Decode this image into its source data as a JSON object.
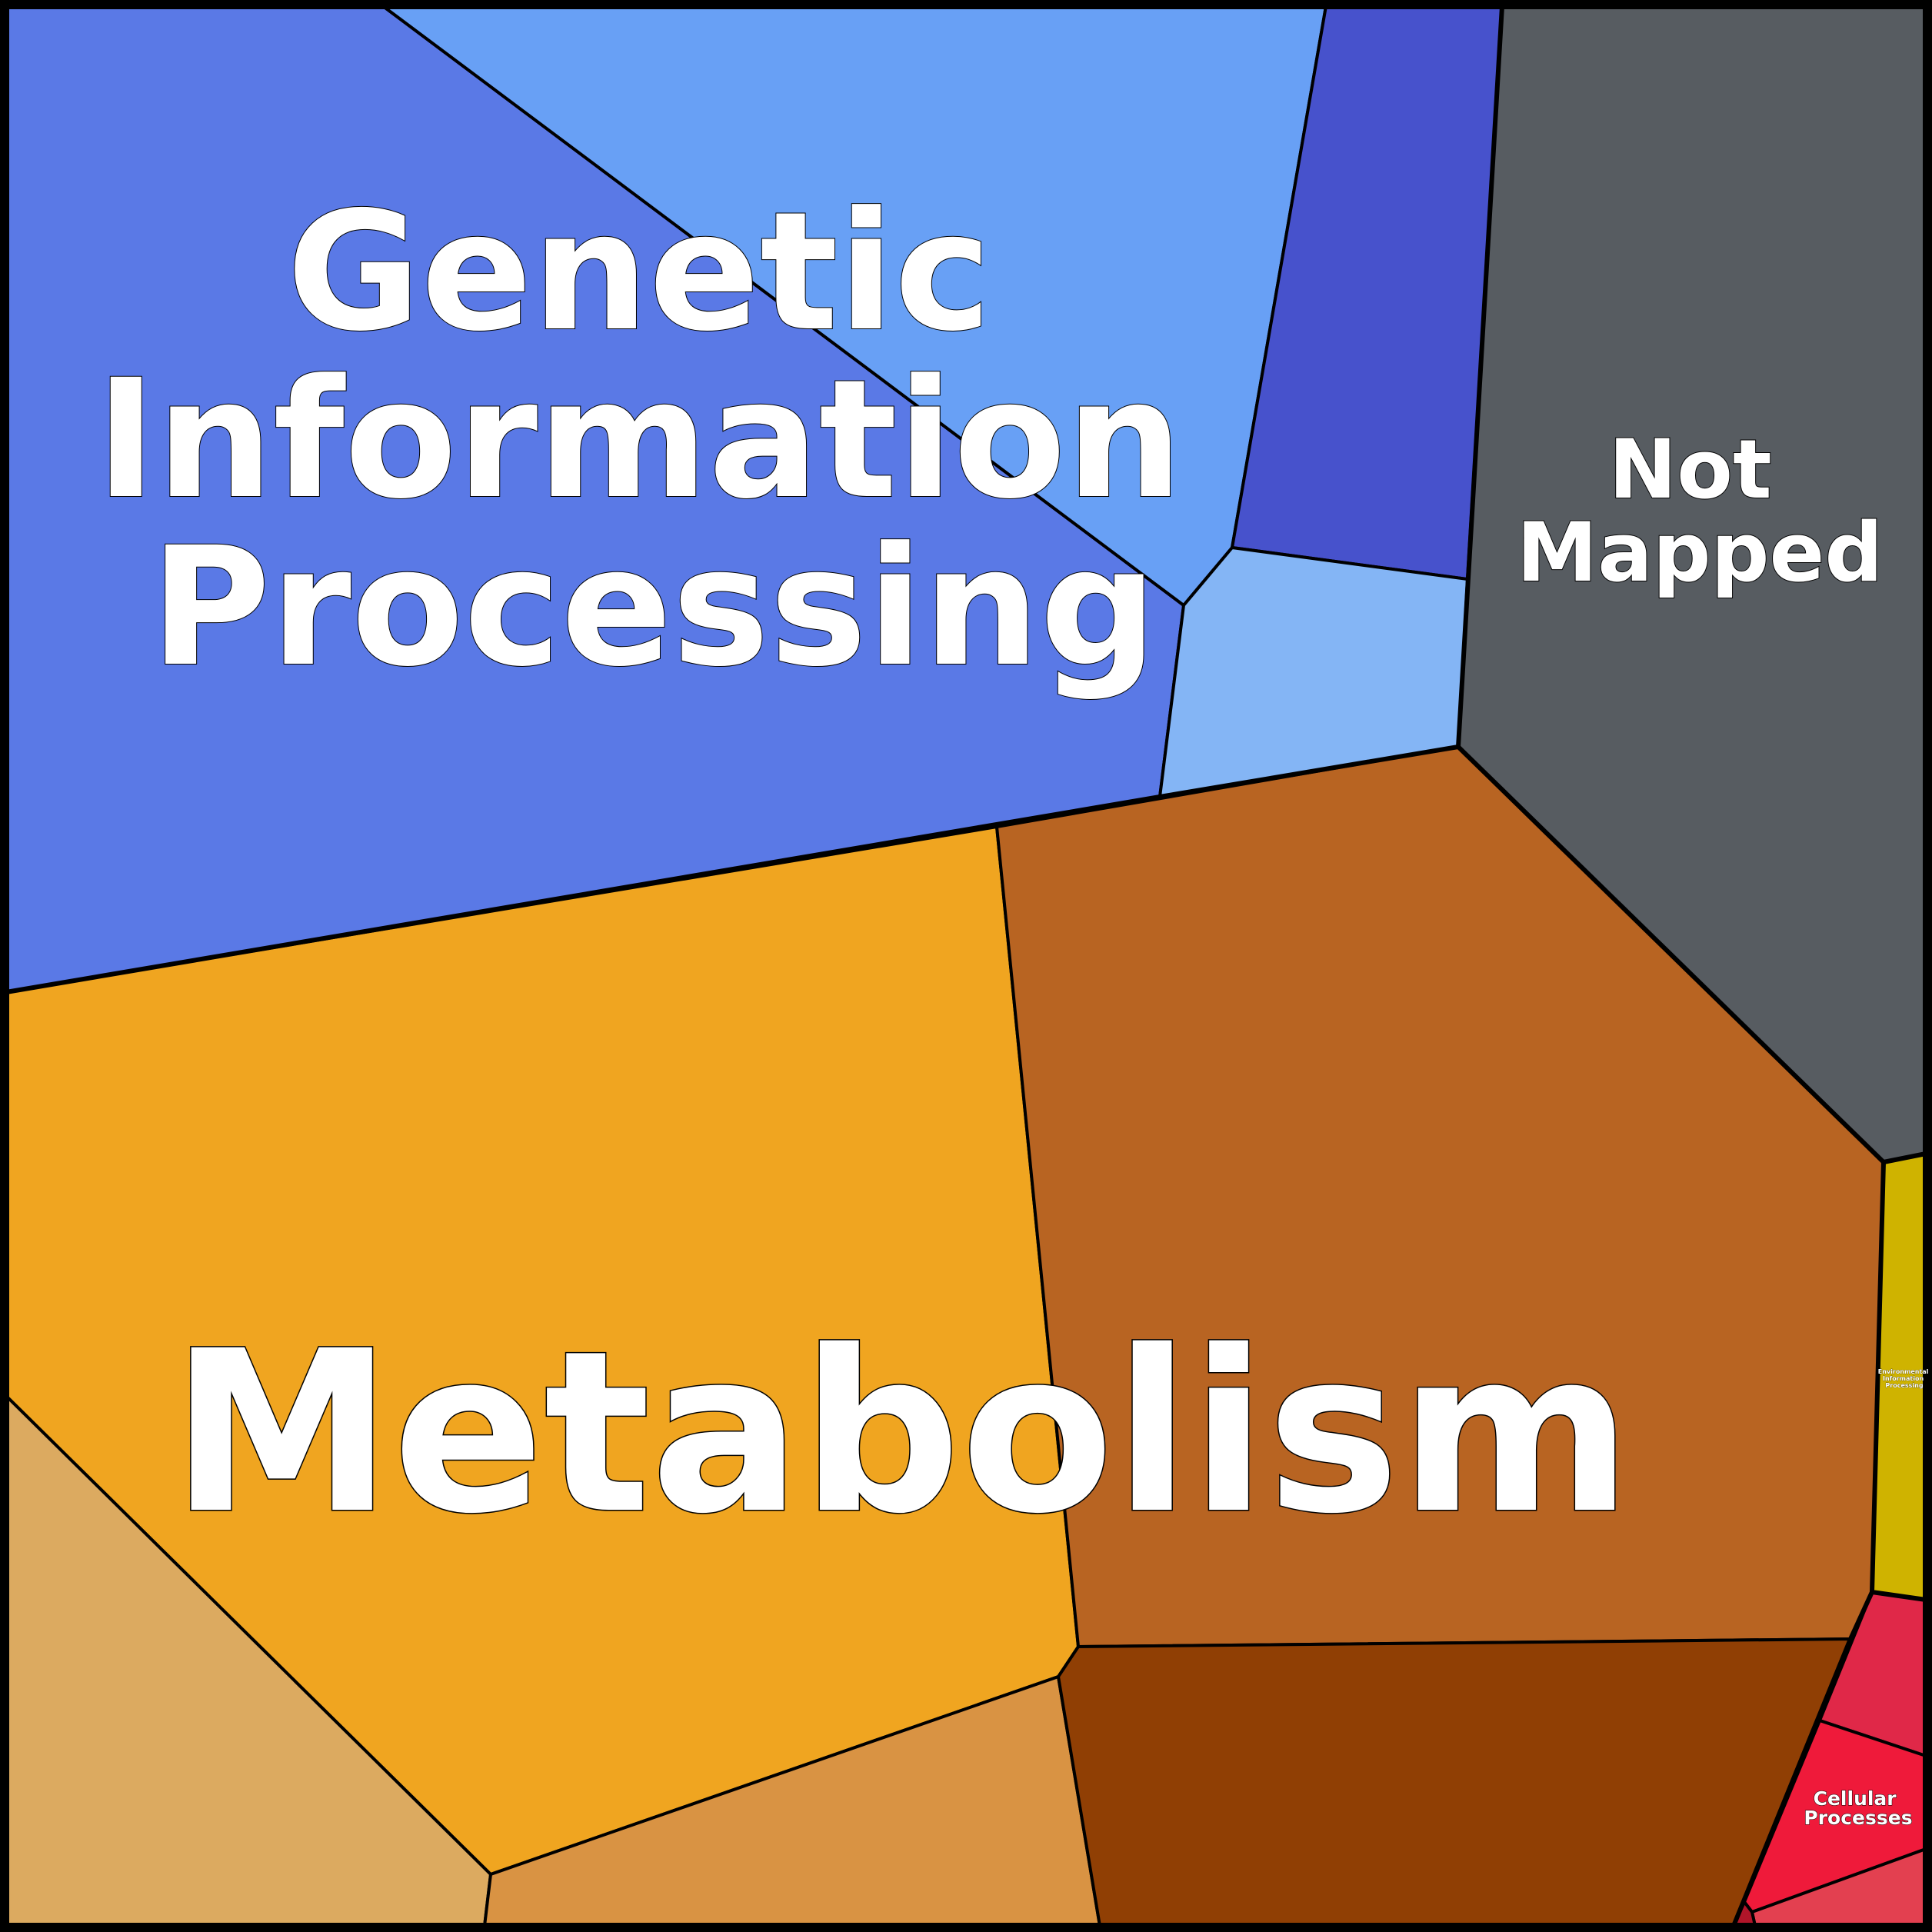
{
  "categories": {
    "genetic": {
      "label_lines": [
        "Genetic",
        "Information",
        "Processing"
      ]
    },
    "not_mapped": {
      "label_lines": [
        "Not",
        "Mapped"
      ]
    },
    "metabolism": {
      "label_lines": [
        "Metabolism"
      ]
    },
    "environmental": {
      "label_lines": [
        "Environmental",
        "Information",
        "Processing"
      ]
    },
    "cellular": {
      "label_lines": [
        "Cellular",
        "Processes"
      ]
    }
  },
  "colors": {
    "genetic_main": "#5a79e6",
    "genetic_light": "#68a0f5",
    "genetic_pale": "#84b5f5",
    "genetic_dark": "#4752cc",
    "not_mapped": "#575c61",
    "metabolism_orange": "#f0a520",
    "metabolism_brown": "#b86422",
    "metabolism_tan": "#dcaa60",
    "metabolism_peach": "#d99343",
    "metabolism_darkbrown": "#903f04",
    "environmental": "#cfb300",
    "cellular_red": "#ef1a3a",
    "cellular_crimson": "#e02848",
    "cellular_rose": "#e34050",
    "cellular_darkred": "#b01529"
  }
}
